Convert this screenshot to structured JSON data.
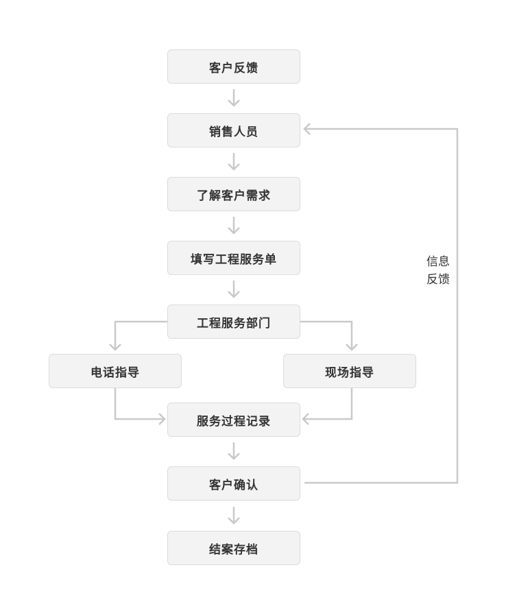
{
  "colors": {
    "node_fill": "#f3f3f3",
    "node_border": "#dcdcdc",
    "edge": "#c9c9c9",
    "text": "#333333"
  },
  "nodes": {
    "customer_feedback": "客户反馈",
    "sales_staff": "销售人员",
    "understand_needs": "了解客户需求",
    "fill_service_form": "填写工程服务单",
    "engineering_dept": "工程服务部门",
    "phone_guidance": "电话指导",
    "onsite_guidance": "现场指导",
    "service_record": "服务过程记录",
    "customer_confirm": "客户确认",
    "archive": "结案存档"
  },
  "edge_labels": {
    "feedback_loop_line1": "信息",
    "feedback_loop_line2": "反馈"
  }
}
